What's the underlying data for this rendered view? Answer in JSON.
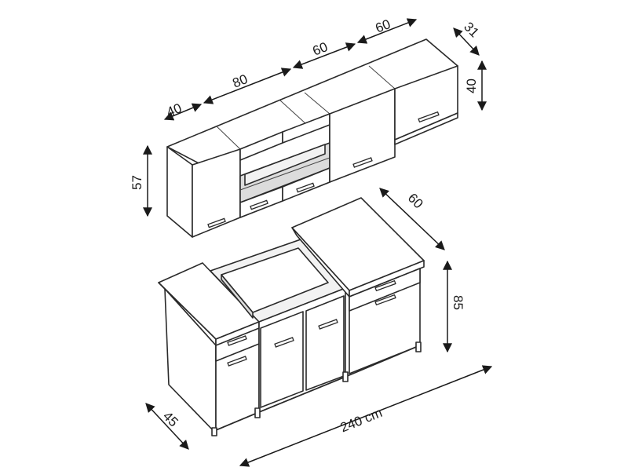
{
  "colors": {
    "line": "#2a2a2a",
    "panel": "#ffffff",
    "shade": "#dcdcdc"
  },
  "dimensions": {
    "top_40": "40",
    "top_80": "80",
    "top_60a": "60",
    "top_60b": "60",
    "depth_31": "31",
    "height_40": "40",
    "height_57": "57",
    "depth_60": "60",
    "height_85": "85",
    "depth_45": "45",
    "width_240": "240 cm"
  }
}
